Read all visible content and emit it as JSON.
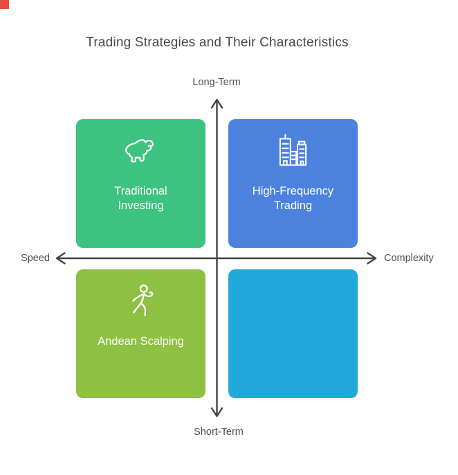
{
  "title": "Trading Strategies and Their Characteristics",
  "axis": {
    "top": "Long-Term",
    "bottom": "Short-Term",
    "left": "Speed",
    "right": "Complexity"
  },
  "quadrants": {
    "top_left": {
      "label": "Traditional Investing",
      "icon": "bull-icon",
      "color": "#3dc27f"
    },
    "top_right": {
      "label": "High-Frequency Trading",
      "icon": "city-buildings-icon",
      "color": "#4c82de"
    },
    "bottom_left": {
      "label": "Andean Scalping",
      "icon": "person-walking-icon",
      "color": "#8ec041"
    },
    "bottom_right": {
      "label": "",
      "icon": "",
      "color": "#21a9db"
    }
  },
  "colors": {
    "axis_line": "#3f4347",
    "title_text": "#45484b",
    "axis_label_text": "#4a4e53",
    "box_text": "#ffffff",
    "corner_marker": "#e74c3c",
    "background": "#ffffff"
  }
}
